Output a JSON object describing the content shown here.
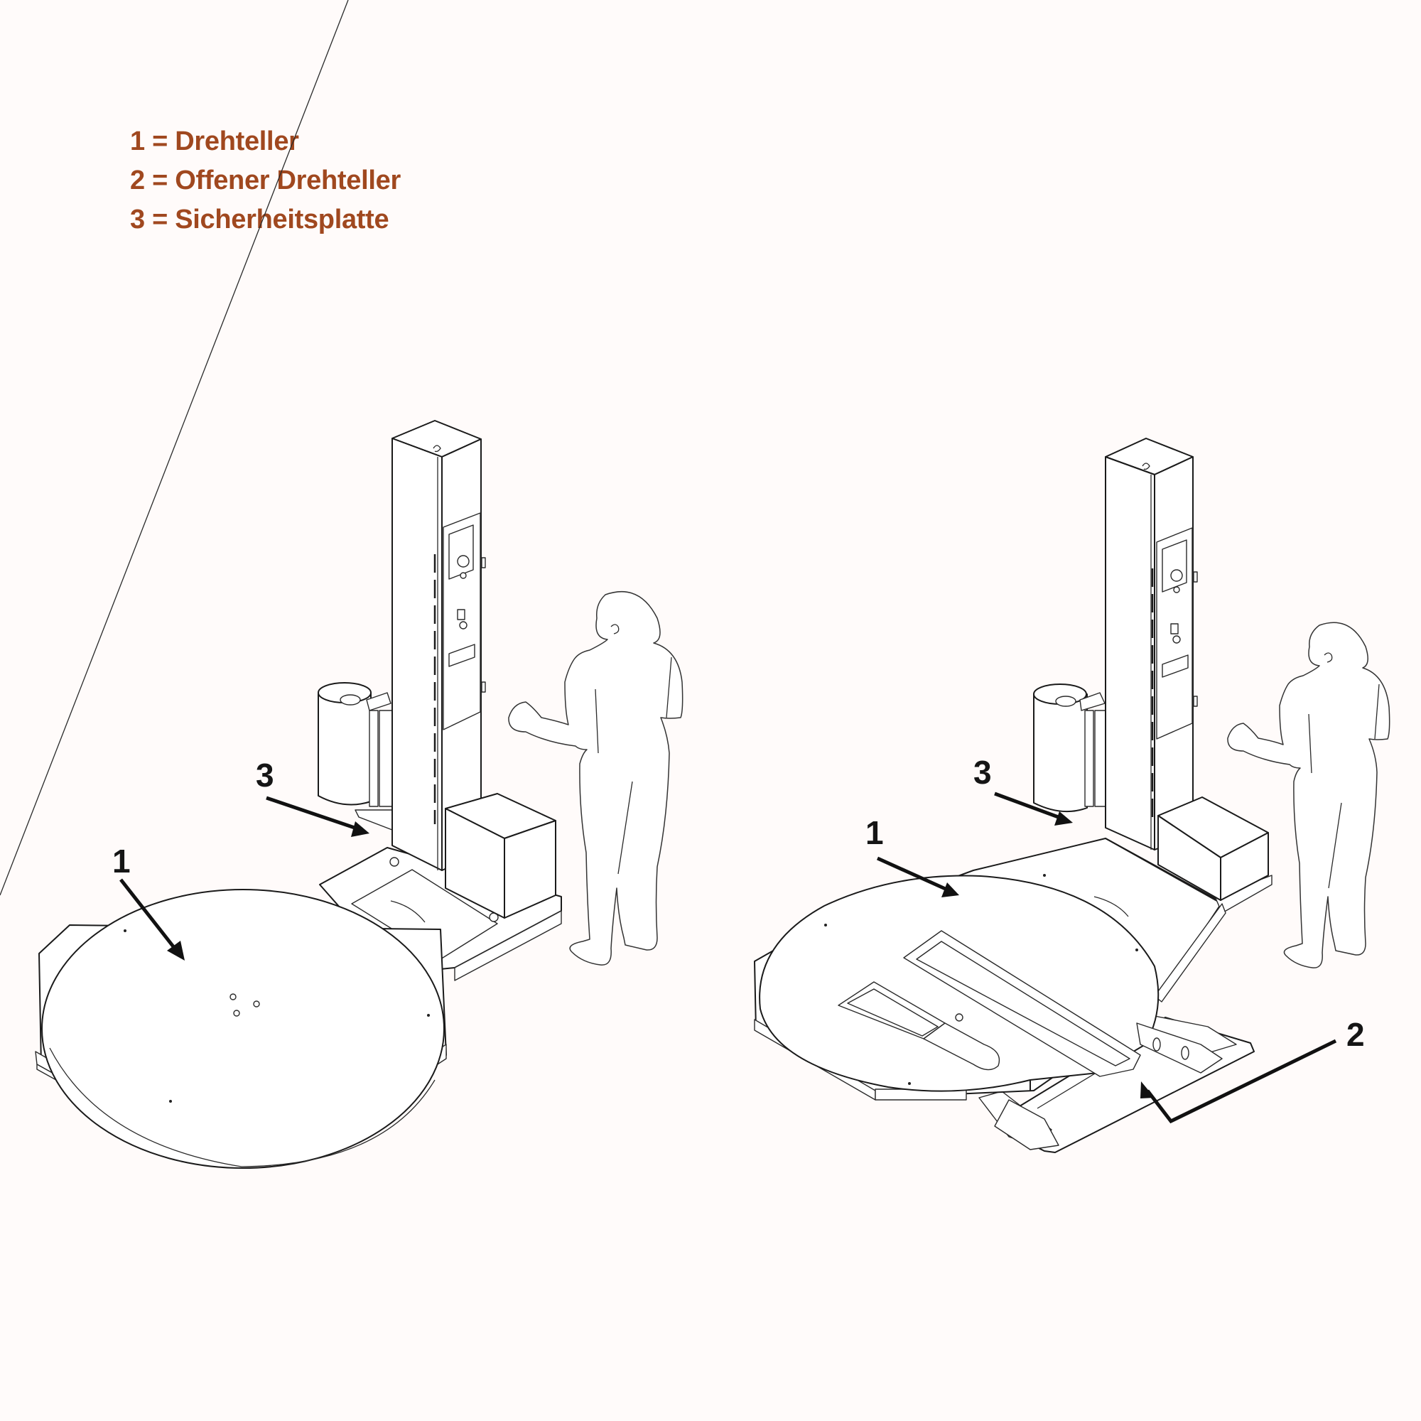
{
  "legend": {
    "items": [
      {
        "number": "1",
        "label": "1 = Drehteller"
      },
      {
        "number": "2",
        "label": "2 = Offener Drehteller"
      },
      {
        "number": "3",
        "label": "3 = Sicherheitsplatte"
      }
    ],
    "color": "#a0481f"
  },
  "figures": {
    "left": {
      "title": "Stretch wrapper with closed turntable",
      "callouts": [
        {
          "label": "1",
          "target": "turntable"
        },
        {
          "label": "3",
          "target": "safety-plate"
        }
      ]
    },
    "right": {
      "title": "Stretch wrapper with open (fork-slot) turntable",
      "callouts": [
        {
          "label": "1",
          "target": "turntable"
        },
        {
          "label": "2",
          "target": "open-turntable-ramp"
        },
        {
          "label": "3",
          "target": "safety-plate"
        }
      ]
    }
  },
  "colors": {
    "background": "#fffbfa",
    "line": "#1a1a1a",
    "callout_text": "#151515"
  }
}
